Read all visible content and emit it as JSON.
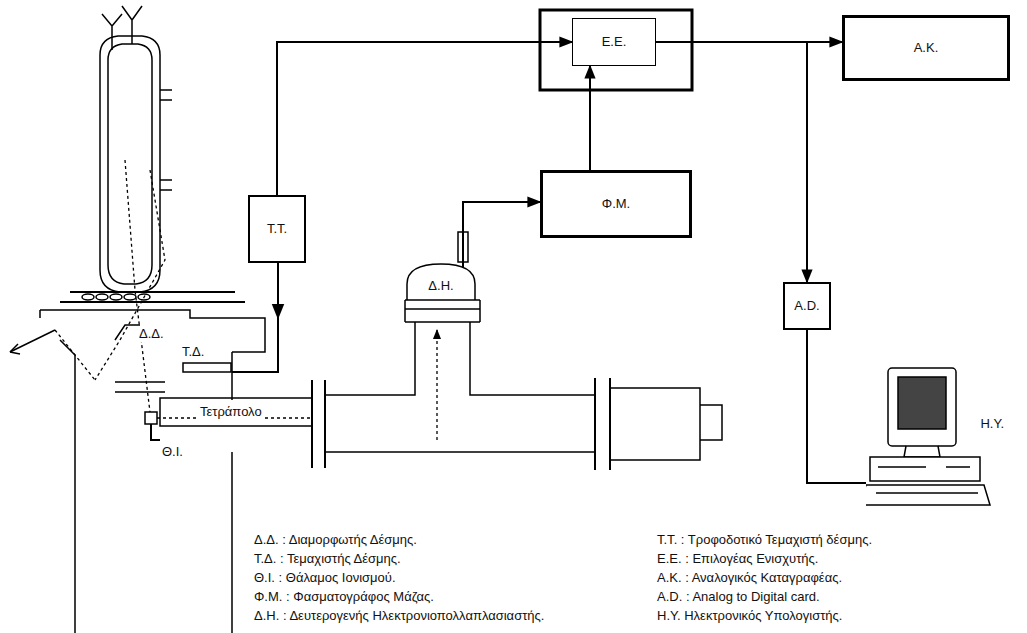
{
  "diagram": {
    "nodes": [
      {
        "text": [
          "Τ.Τ."
        ]
      },
      {
        "text": [
          "Ε.Ε."
        ]
      },
      {
        "text": [
          "Α.Κ."
        ]
      },
      {
        "text": [
          "Δ.Η."
        ]
      },
      {
        "text": [
          "Φ.Μ."
        ]
      },
      {
        "text": [
          "A.D."
        ]
      },
      {
        "text": [
          "Η.Υ."
        ]
      }
    ],
    "edges": [
      {
        "from": 0,
        "to": 1,
        "arrow": "to"
      },
      {
        "from": 3,
        "to": 4,
        "arrow": "to"
      },
      {
        "from": 4,
        "to": 1,
        "arrow": "to"
      },
      {
        "from": 1,
        "to": 2,
        "arrow": "to"
      },
      {
        "from": 1,
        "to": 5,
        "arrow": "to"
      },
      {
        "from": 5,
        "to": 6,
        "arrow": "none"
      }
    ],
    "labels": [
      "Δ.Δ.",
      "Τ.Δ.",
      "Θ.Ι.",
      "Τετράπολο",
      "Δ.Δ. : Διαμορφωτής Δέσμης.",
      "Τ.Δ. : Τεμαχιστής Δέσμης.",
      "Θ.Ι. : Θάλαμος Ιονισμού.",
      "Φ.Μ. : Φασματογράφος Μάζας.",
      "Δ.Η. : Δευτερογενής Ηλεκτρονιοπολλαπλασιαστής.",
      "Τ.Τ. : Τροφοδοτικό Τεμαχιστή δέσμης.",
      "Ε.Ε. : Επιλογέας Ενισχυτής.",
      "Α.Κ. : Αναλογικός Καταγραφέας.",
      "A.D. : Analog to Digital card.",
      "Η.Υ. Ηλεκτρονικός Υπολογιστής."
    ]
  }
}
